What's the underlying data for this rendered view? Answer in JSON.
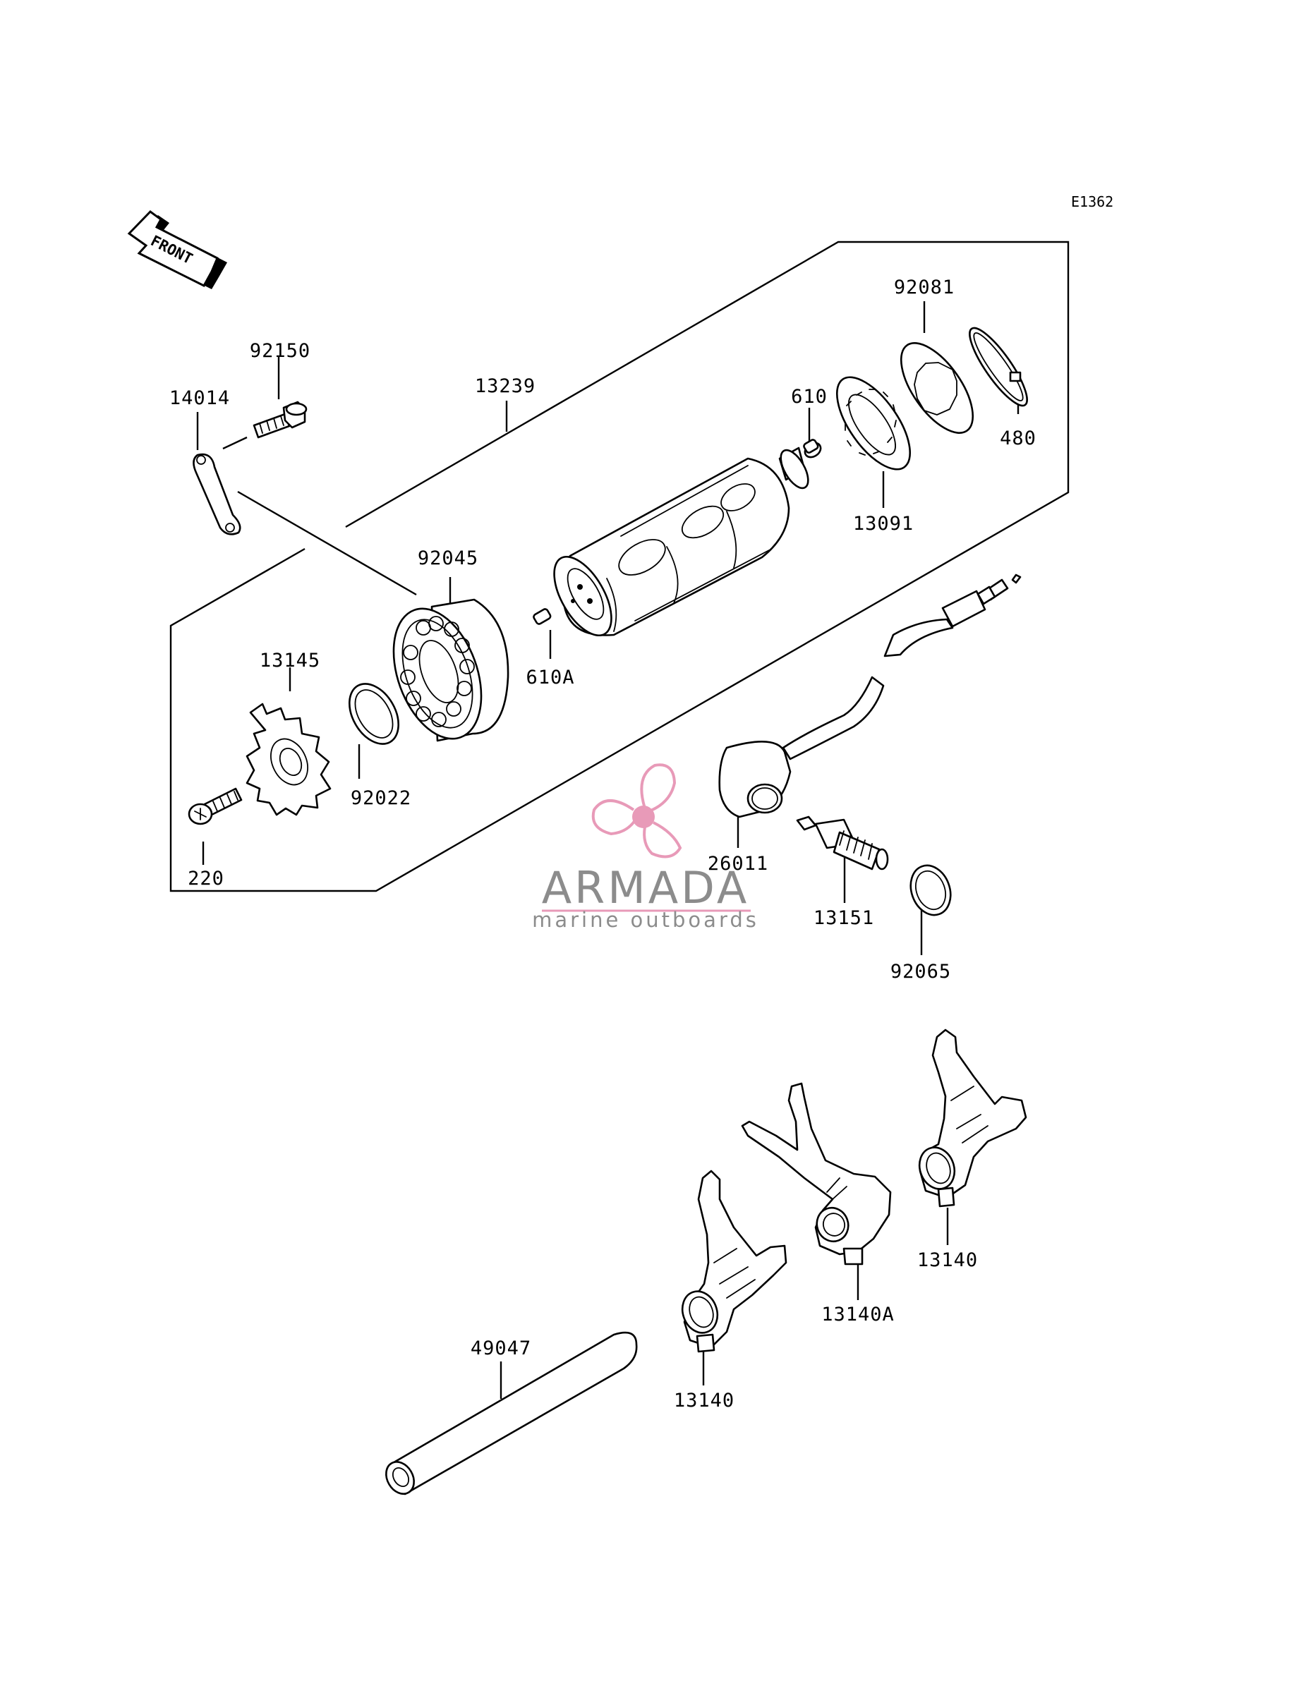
{
  "diagram_code": "E1362",
  "front_arrow_text": "FRONT",
  "part_labels": {
    "p92081": "92081",
    "p92150": "92150",
    "p14014": "14014",
    "p13239": "13239",
    "p610": "610",
    "p480": "480",
    "p13091": "13091",
    "p92045": "92045",
    "p610A": "610A",
    "p13145": "13145",
    "p92022": "92022",
    "p220": "220",
    "p26011": "26011",
    "p13151": "13151",
    "p92065": "92065",
    "p13140_right": "13140",
    "p13140A": "13140A",
    "p13140_left": "13140",
    "p49047": "49047"
  },
  "watermark": {
    "title": "ARMADA",
    "subtitle": "marine outboards",
    "title_color": "#8c8c8c",
    "subtitle_color": "#8c8c8c",
    "logo_color": "#e89ab8"
  }
}
